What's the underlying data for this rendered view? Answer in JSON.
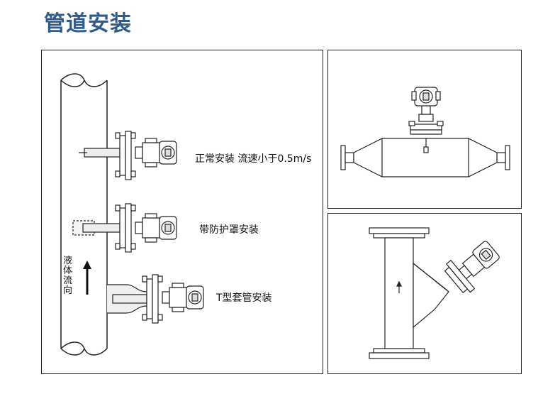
{
  "title": "管道安装",
  "left_panel": {
    "flow_label": "液体流向",
    "install_normal": "正常安装 流速小于0.5m/s",
    "install_shield": "带防护罩安装",
    "install_tee": "T型套管安装"
  },
  "colors": {
    "title": "#2f5b8f",
    "line": "#222222",
    "fill": "#e6e6e6"
  },
  "icons": [
    "arrow-up-icon"
  ]
}
